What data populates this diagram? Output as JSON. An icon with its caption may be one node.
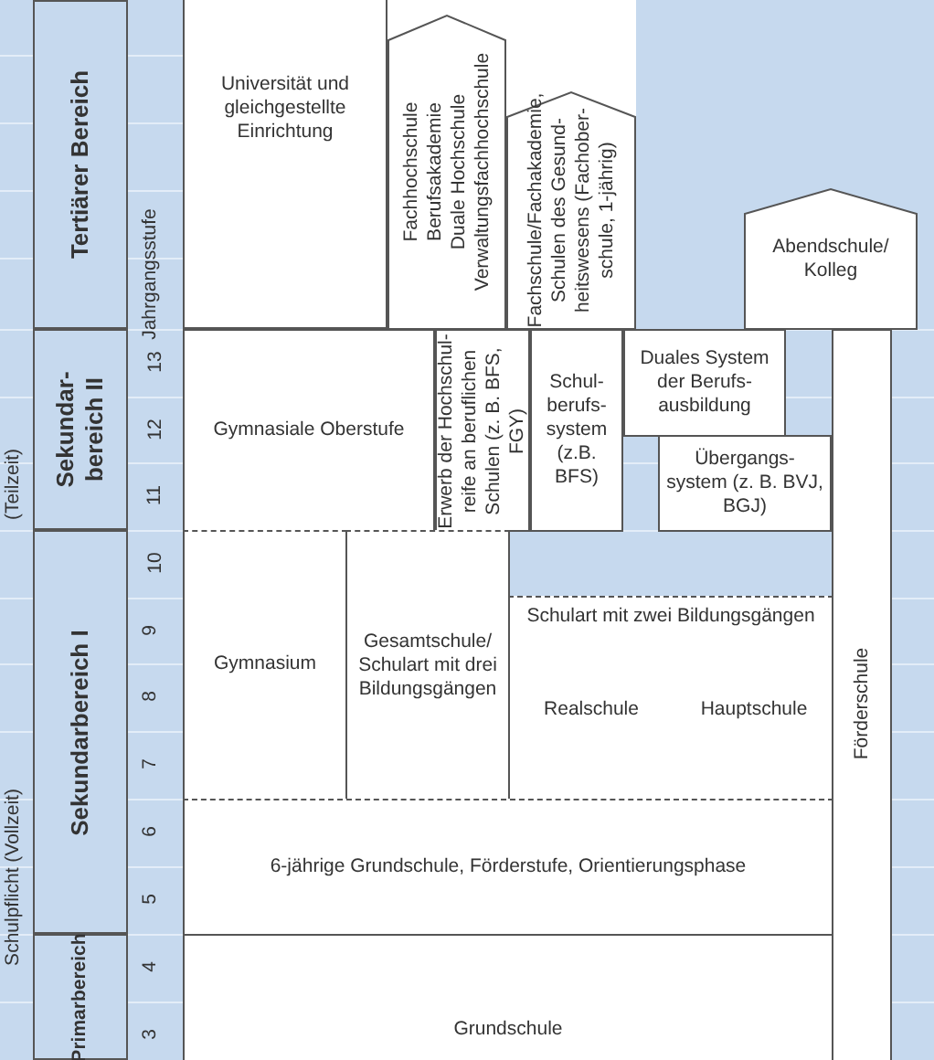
{
  "diagram": {
    "nodes": [
      {
        "text": [
          "Tertiärer Bereich"
        ]
      },
      {
        "text": [
          "Sekundar- bereich II"
        ]
      },
      {
        "text": [
          "Sekundarbereich I"
        ]
      },
      {
        "text": [
          "Primarbereich"
        ]
      },
      {
        "text": [
          "Universität und gleichgestellte Einrichtung"
        ]
      },
      {
        "text": [
          "Fachhochschule",
          "Berufsakademie",
          "Duale Hochschule",
          "Verwaltungsfachhochschule"
        ]
      },
      {
        "text": [
          "Fachschule/Fachakademie, Schulen des Gesund- heitswesens (Fachober- schule, 1-jährig)"
        ]
      },
      {
        "text": [
          "Abendschule/ Kolleg"
        ]
      },
      {
        "text": [
          "Gymnasiale Oberstufe"
        ]
      },
      {
        "text": [
          "Erwerb der Hochschul- reife an beruflichen Schulen (z. B. BFS, FGY)"
        ]
      },
      {
        "text": [
          "Schul- berufs- system (z.B. BFS)"
        ]
      },
      {
        "text": [
          "Duales System der Berufs- ausbildung"
        ]
      },
      {
        "text": [
          "Übergangs- system (z. B. BVJ, BGJ)"
        ]
      },
      {
        "text": [
          "Gymnasium"
        ]
      },
      {
        "text": [
          "Gesamtschule/ Schulart mit drei Bildungsgängen"
        ]
      },
      {
        "text": [
          "Schulart mit zwei Bildungsgängen"
        ]
      },
      {
        "text": [
          "Realschule"
        ],
        "in": 15
      },
      {
        "text": [
          "Hauptschule"
        ],
        "in": 15
      },
      {
        "text": [
          "6-jährige Grundschule, Förderstufe, Orientierungsphase"
        ]
      },
      {
        "text": [
          "Förderschule"
        ]
      },
      {
        "text": [
          "Grundschule"
        ]
      }
    ],
    "edges": [],
    "labels": [
      "Jahrgangsstufe",
      "13",
      "12",
      "11",
      "10",
      "9",
      "8",
      "7",
      "6",
      "5",
      "4",
      "3",
      "(Teilzeit)",
      "Schulpflicht (Vollzeit)"
    ]
  }
}
